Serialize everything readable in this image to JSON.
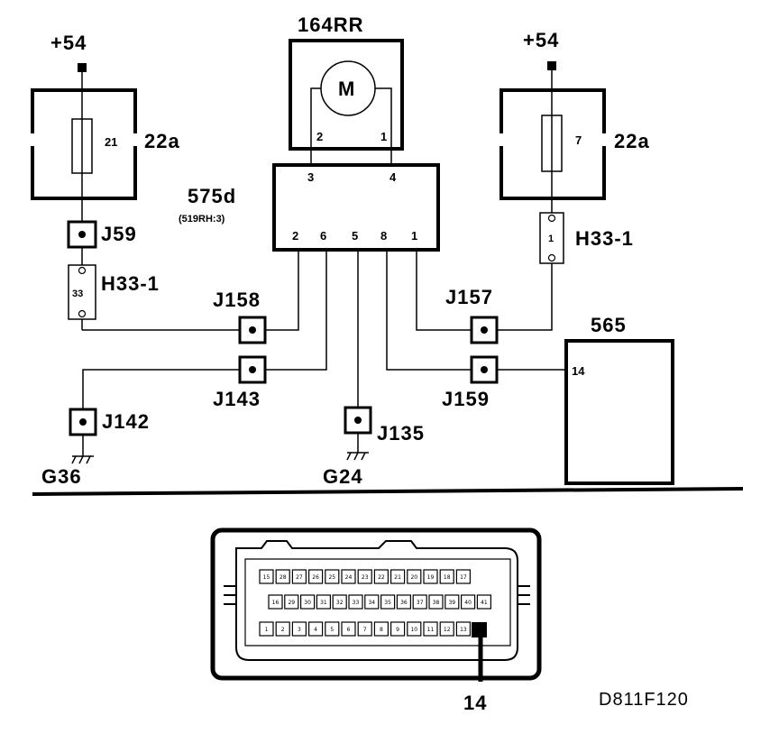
{
  "diagram": {
    "id_code": "D811F120",
    "supply": {
      "left": "+54",
      "right": "+54"
    },
    "motor": {
      "ref": "164RR",
      "symbol": "M",
      "pin_a": "2",
      "pin_b": "1"
    },
    "control_unit": {
      "ref": "575d",
      "sub": "(519RH:3)",
      "top_pins": [
        "3",
        "4"
      ],
      "bottom_pins": [
        "2",
        "6",
        "5",
        "8",
        "1"
      ]
    },
    "fuse_left": {
      "ref": "22a",
      "number": "21"
    },
    "fuse_right": {
      "ref": "22a",
      "number": "7"
    },
    "connectors": {
      "j59": "J59",
      "j158": "J158",
      "j143": "J143",
      "j142": "J142",
      "j135": "J135",
      "j157": "J157",
      "j159": "J159"
    },
    "h33_left": {
      "ref": "H33-1",
      "pin": "33"
    },
    "h33_right": {
      "ref": "H33-1",
      "pin": "1"
    },
    "module": {
      "ref": "565",
      "pin": "14"
    },
    "grounds": {
      "g36": "G36",
      "g24": "G24"
    },
    "connector_view": {
      "highlight_pin": "14",
      "row1_pins": [
        "15",
        "28",
        "27",
        "26",
        "25",
        "24",
        "23",
        "22",
        "21",
        "20",
        "19",
        "18",
        "17"
      ],
      "row2_pins": [
        "16",
        "29",
        "30",
        "31",
        "32",
        "33",
        "34",
        "35",
        "36",
        "37",
        "38",
        "39",
        "40",
        "41"
      ],
      "row3_pins": [
        "1",
        "2",
        "3",
        "4",
        "5",
        "6",
        "7",
        "8",
        "9",
        "10",
        "11",
        "12",
        "13"
      ]
    }
  }
}
